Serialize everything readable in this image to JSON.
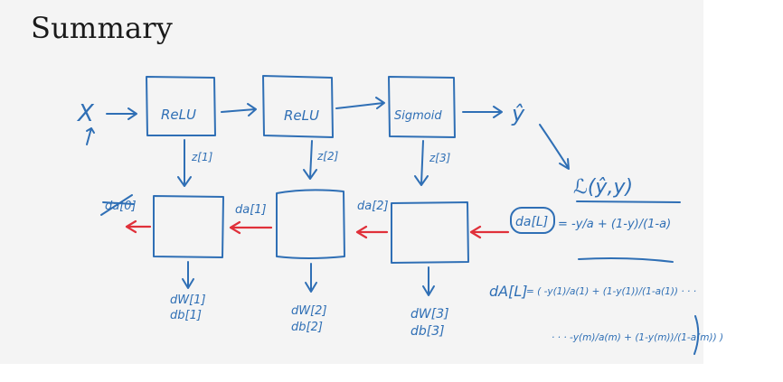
{
  "slide": {
    "title": "Summary"
  },
  "forward": {
    "input": "X",
    "blocks": [
      "ReLU",
      "ReLU",
      "Sigmoid"
    ],
    "output": "ŷ",
    "z_labels": [
      "z[1]",
      "z[2]",
      "z[3]"
    ]
  },
  "loss": {
    "label": "ℒ(ŷ,y)",
    "da_final": "da[L]",
    "da_expr": "= -y/a + (1-y)/(1-a)"
  },
  "backward": {
    "da_labels": [
      "da[0]",
      "da[1]",
      "da[2]"
    ],
    "grad_labels": [
      {
        "dw": "dW[1]",
        "db": "db[1]"
      },
      {
        "dw": "dW[2]",
        "db": "db[2]"
      },
      {
        "dw": "dW[3]",
        "db": "db[3]"
      }
    ]
  },
  "vectorized": {
    "lhs": "dA[L]",
    "line1": "= ( -y(1)/a(1) + (1-y(1))/(1-a(1)) · · ·",
    "line2": "· · · -y(m)/a(m) + (1-y(m))/(1-a(m)) )"
  },
  "colors": {
    "ink": "#2f6fb5",
    "back_arrow": "#e0303a",
    "slide_bg": "#f4f4f4"
  }
}
